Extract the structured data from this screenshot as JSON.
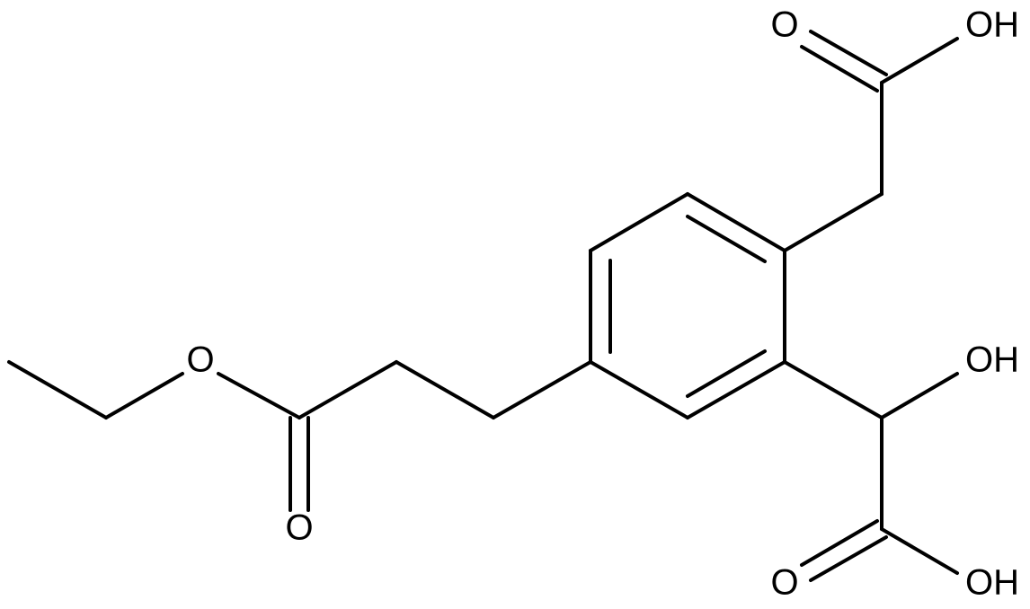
{
  "molecule": {
    "atoms": {
      "o_ester_ether": "O",
      "o_ester_carbonyl": "O",
      "o_top_carbonyl": "O",
      "oh_top": "OH",
      "oh_mid": "OH",
      "o_bottom_carbonyl": "O",
      "oh_bottom": "OH"
    }
  }
}
